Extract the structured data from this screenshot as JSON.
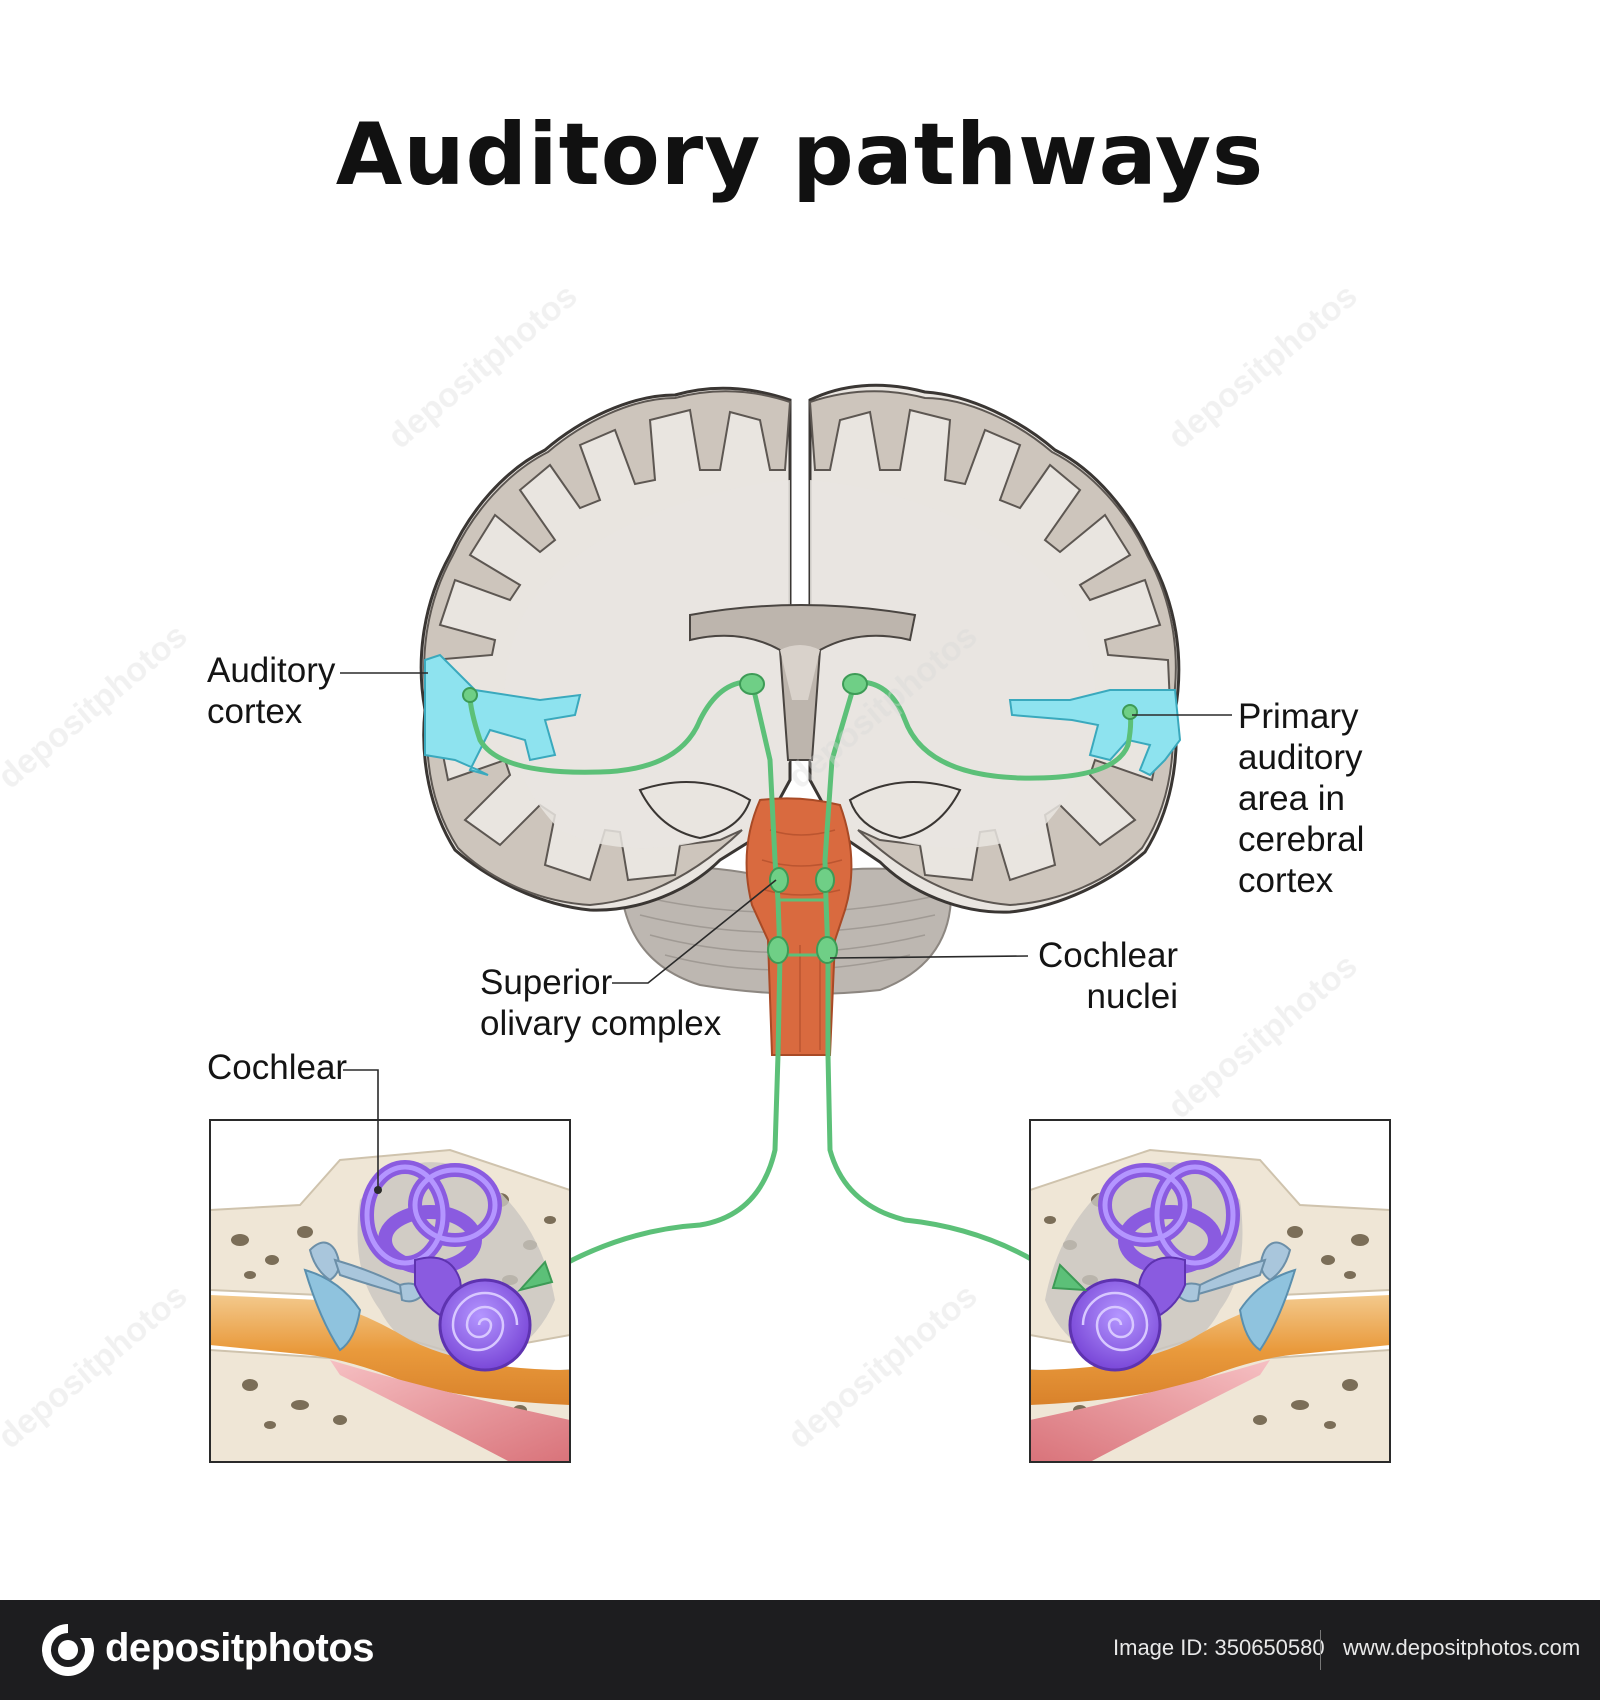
{
  "title": "Auditory pathways",
  "labels": {
    "auditory_cortex": [
      "Auditory",
      "cortex"
    ],
    "primary_auditory_area": [
      "Primary",
      "auditory",
      "area in",
      "cerebral",
      "cortex"
    ],
    "superior_olivary_complex": [
      "Superior",
      "olivary complex"
    ],
    "cochlear_nuclei": [
      "Cochlear",
      "nuclei"
    ],
    "cochlear": "Cochlear"
  },
  "colors": {
    "pathway": "#5cc078",
    "auditory_cortex": "#8ee3ef",
    "brainstem": "#d96a3f",
    "cochlea": "#8a5be0",
    "brain_tissue": "#e9e5e0",
    "gyri": "#c9c1b8"
  },
  "footer": {
    "brand": "depositphotos",
    "image_id": "Image ID: 350650580",
    "website": "www.depositphotos.com"
  },
  "watermark": "depositphotos"
}
